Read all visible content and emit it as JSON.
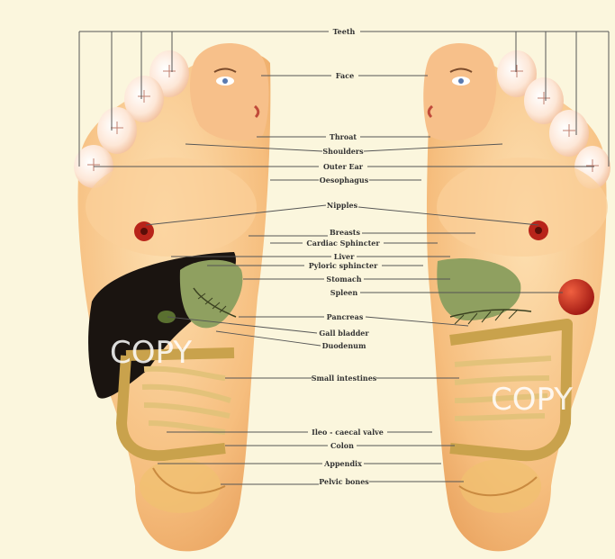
{
  "labels": {
    "teeth": "Teeth",
    "face": "Face",
    "throat": "Throat",
    "shoulders": "Shoulders",
    "outer_ear": "Outer Ear",
    "oesophagus": "Oesophagus",
    "nipples": "Nipples",
    "breasts": "Breasts",
    "cardiac_sphincter": "Cardiac Sphincter",
    "liver": "Liver",
    "pyloric_sphincter": "Pyloric sphincter",
    "stomach": "Stomach",
    "spleen": "Spleen",
    "pancreas": "Pancreas",
    "gall_bladder": "Gall bladder",
    "duodenum": "Duodenum",
    "small_intestines": "Small intestines",
    "ileo_caecal_valve": "Ileo - caecal valve",
    "colon": "Colon",
    "appendix": "Appendix",
    "pelvic_bones": "Pelvic bones"
  },
  "watermarks": {
    "left": "COPY",
    "right": "COPY"
  },
  "colors": {
    "background": "#fbf6dd",
    "skin": "#f7c68a",
    "skin_light": "#fde6c0",
    "liver": "#1a1410",
    "stomach": "#8fa060",
    "intestines": "#d8b25a",
    "nipple": "#b8241a",
    "spleen": "#c8281e"
  }
}
